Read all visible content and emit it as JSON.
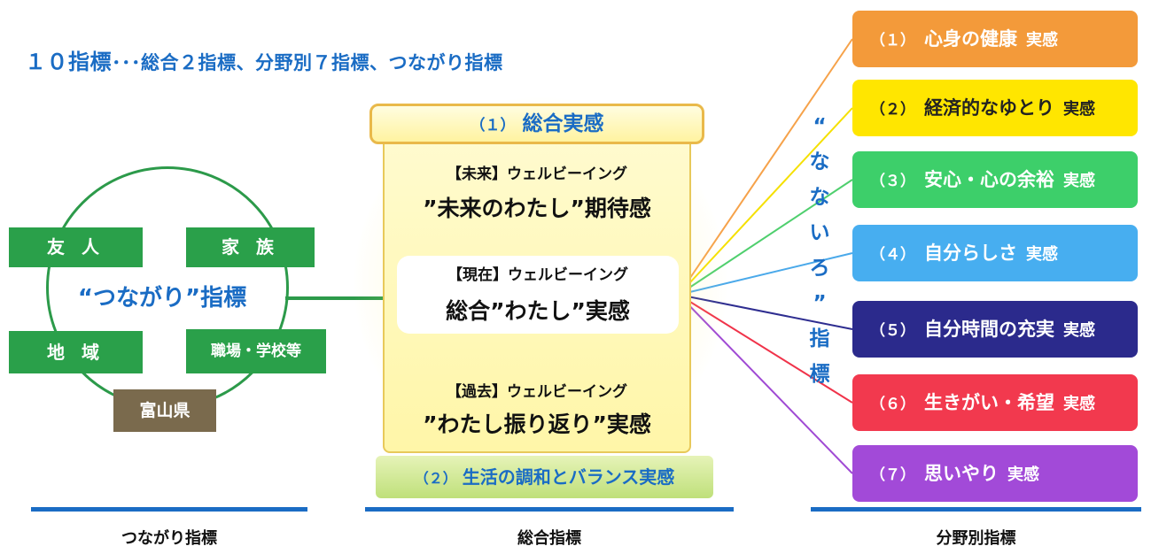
{
  "heading": {
    "main": "１０指標",
    "rest": "･･･総合２指標、分野別７指標、つながり指標"
  },
  "connection": {
    "title": "“つながり”指標",
    "boxes": [
      "友 人",
      "家 族",
      "地 域",
      "職場・学校等"
    ],
    "prefecture": "富山県"
  },
  "overall": {
    "top_num": "（１）",
    "top_label": "総合実感",
    "future": {
      "label": "【未来】ウェルビーイング",
      "main": "”未来のわたし”期待感"
    },
    "present": {
      "label": "【現在】ウェルビーイング",
      "main": "総合”わたし”実感"
    },
    "past": {
      "label": "【過去】ウェルビーイング",
      "main": "”わたし振り返り”実感"
    },
    "balance_num": "（２）",
    "balance_label": "生活の調和とバランス実感"
  },
  "nanairo": [
    "“",
    "な",
    "な",
    "い",
    "ろ",
    "”",
    "指",
    "標"
  ],
  "categories": [
    {
      "num": "（１）",
      "label": "心身の健康",
      "suffix": "実感",
      "bg": "#f39a3a",
      "fg": "#ffffff",
      "line": "#f6a24a"
    },
    {
      "num": "（２）",
      "label": "経済的なゆとり",
      "suffix": "実感",
      "bg": "#ffe600",
      "fg": "#222222",
      "line": "#f5e000"
    },
    {
      "num": "（３）",
      "label": "安心・心の余裕",
      "suffix": "実感",
      "bg": "#3dcf6a",
      "fg": "#ffffff",
      "line": "#4fcf6e"
    },
    {
      "num": "（４）",
      "label": "自分らしさ",
      "suffix": "実感",
      "bg": "#47aef0",
      "fg": "#ffffff",
      "line": "#4aa9ea"
    },
    {
      "num": "（５）",
      "label": "自分時間の充実",
      "suffix": "実感",
      "bg": "#2b2a8c",
      "fg": "#ffffff",
      "line": "#2e2d90"
    },
    {
      "num": "（６）",
      "label": "生きがい・希望",
      "suffix": "実感",
      "bg": "#f2394e",
      "fg": "#ffffff",
      "line": "#f0334a"
    },
    {
      "num": "（７）",
      "label": "思いやり",
      "suffix": "実感",
      "bg": "#a24ad8",
      "fg": "#ffffff",
      "line": "#a04ad4"
    }
  ],
  "footer": {
    "left": "つながり指標",
    "center": "総合指標",
    "right": "分野別指標"
  }
}
